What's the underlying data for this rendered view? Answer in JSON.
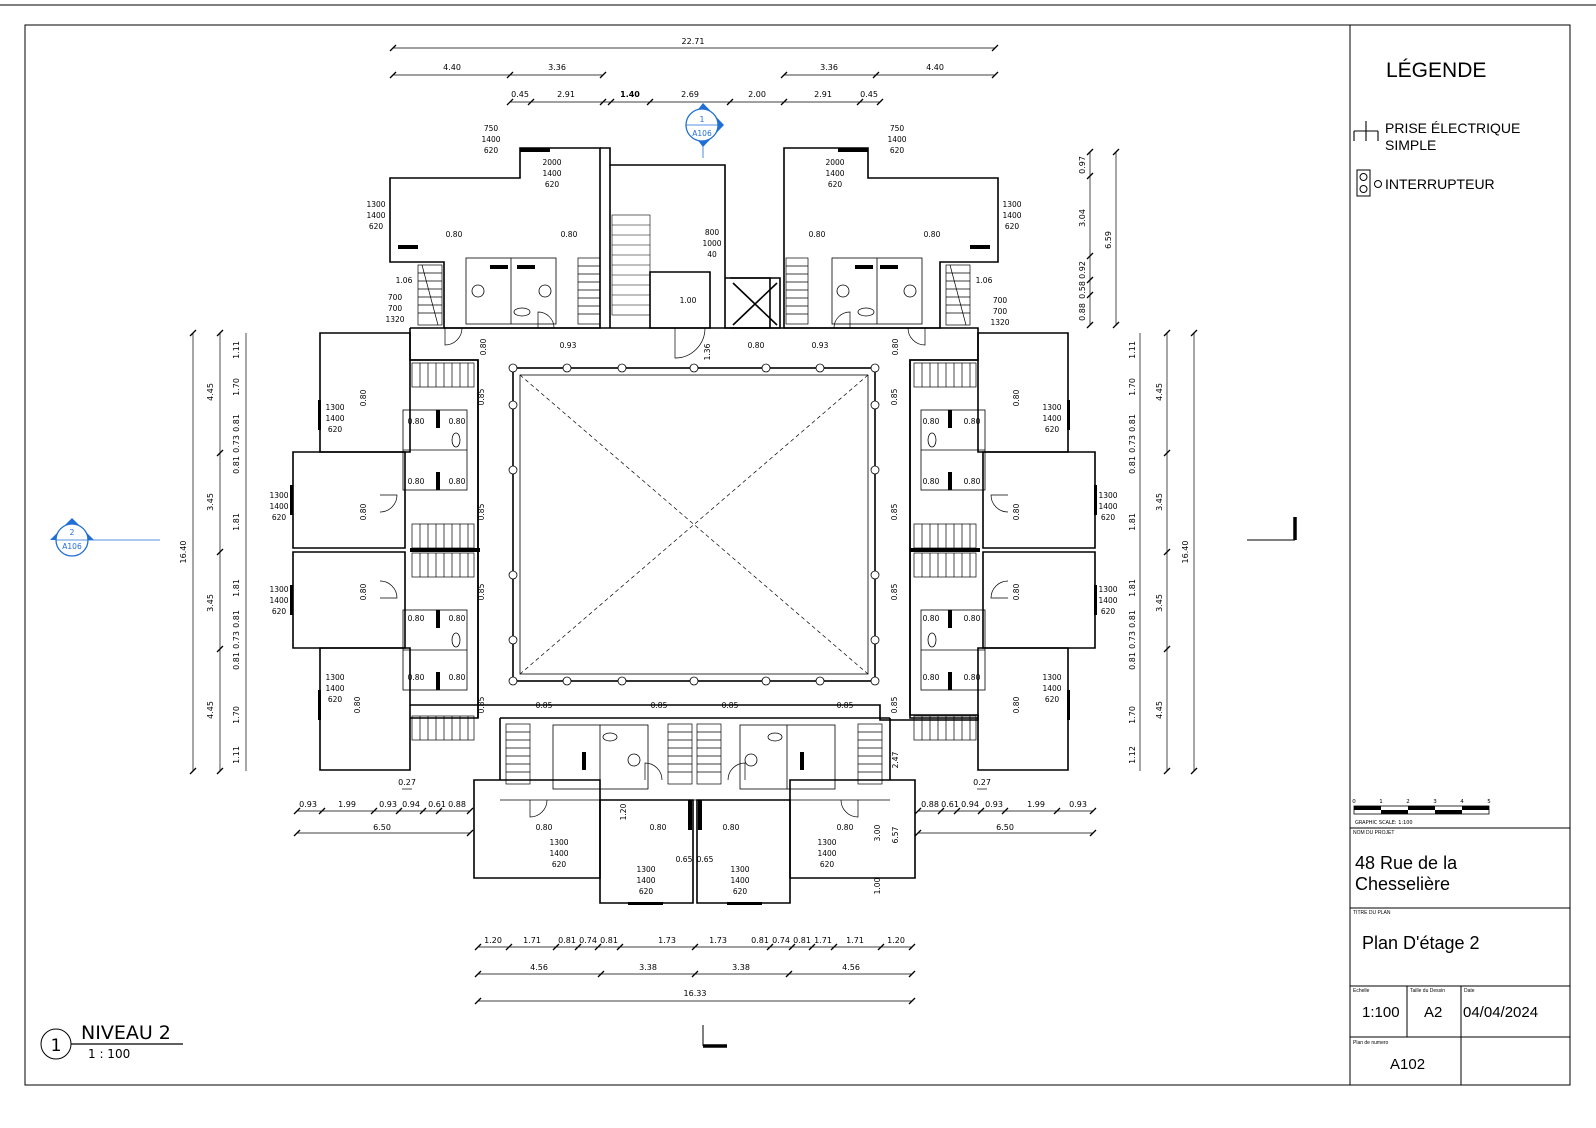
{
  "sheet": {
    "legend_title": "LÉGENDE",
    "legend": [
      {
        "label": "PRISE ÉLECTRIQUE SIMPLE",
        "icon": "outlet-icon"
      },
      {
        "label": "INTERRUPTEUR",
        "icon": "switch-icon"
      }
    ],
    "graphic_scale": {
      "label": "GRAPHIC SCALE: 1:100",
      "ticks": [
        "0",
        "1",
        "2",
        "3",
        "4",
        "5"
      ]
    },
    "project": {
      "caption": "NOM DU PROJET",
      "value": "48 Rue de la Chesselière"
    },
    "plan_title": {
      "caption": "TITRE DU PLAN",
      "value": "Plan D'étage 2"
    },
    "scale": {
      "caption": "Echelle",
      "value": "1:100"
    },
    "paper_size": {
      "caption": "Taille du Dessin",
      "value": "A2"
    },
    "date": {
      "caption": "Date",
      "value": "04/04/2024"
    },
    "sheet_number": {
      "caption": "Plan de numero",
      "value": "A102"
    }
  },
  "view": {
    "number": "1",
    "title": "NIVEAU 2",
    "scale": "1 : 100"
  },
  "section_marks": [
    {
      "number": "1",
      "sheet": "A106"
    },
    {
      "number": "2",
      "sheet": "A106"
    }
  ],
  "dims_top": {
    "overall": "22.71",
    "row2": [
      "4.40",
      "3.36",
      "3.36",
      "4.40"
    ],
    "row3": [
      "0.45",
      "2.91",
      "1.40",
      "2.69",
      "2.00",
      "2.91",
      "0.45"
    ]
  },
  "dims_bottom": {
    "overall": "16.33",
    "row2": [
      "4.56",
      "3.38",
      "3.38",
      "4.56"
    ],
    "row3": [
      "1.20",
      "1.71",
      "0.81",
      "0.74",
      "0.81",
      "1.73",
      "1.73",
      "0.81",
      "0.74",
      "0.81",
      "1.71",
      "1.20"
    ]
  },
  "dims_left": {
    "overall": "16.40",
    "row2": [
      "4.45",
      "3.45",
      "3.45",
      "4.45"
    ],
    "row3": [
      "1.11",
      "1.70",
      "0.81",
      "0.73",
      "0.81",
      "1.81",
      "1.81",
      "0.81",
      "0.73",
      "0.81",
      "1.70",
      "1.11"
    ]
  },
  "dims_right": {
    "overall": "16.40",
    "row2": [
      "4.45",
      "3.45",
      "3.45",
      "4.45"
    ],
    "row3": [
      "1.11",
      "1.70",
      "0.81",
      "0.73",
      "0.81",
      "1.81",
      "1.81",
      "0.81",
      "0.73",
      "0.81",
      "1.70",
      "1.12"
    ]
  },
  "dims_upper_right": [
    "0.97",
    "3.04",
    "0.92",
    "0.58",
    "0.88",
    "6.59"
  ],
  "dims_lower_left": {
    "row": [
      "0.93",
      "1.99",
      "0.93",
      "0.94",
      "0.61",
      "0.88"
    ],
    "total": "6.50",
    "gap": "0.27"
  },
  "dims_lower_right": {
    "row": [
      "0.88",
      "0.61",
      "0.94",
      "0.93",
      "1.99",
      "0.93"
    ],
    "total": "6.50",
    "gap": "0.27"
  },
  "windows": {
    "w750": [
      "750",
      "1400",
      "620"
    ],
    "w2000": [
      "2000",
      "1400",
      "620"
    ],
    "w1300": [
      "1300",
      "1400",
      "620"
    ],
    "w700": [
      "700",
      "700",
      "1320"
    ],
    "w800": [
      "800",
      "1000",
      "40"
    ]
  },
  "misc_dims": {
    "d080": "0.80",
    "d085": "0.85",
    "d093": "0.93",
    "d106": "1.06",
    "d100": "1.00",
    "d136": "1.36",
    "d120": "1.20",
    "d065": "0.65",
    "d300": "3.00",
    "d657": "6.57",
    "d247": "2.47"
  }
}
